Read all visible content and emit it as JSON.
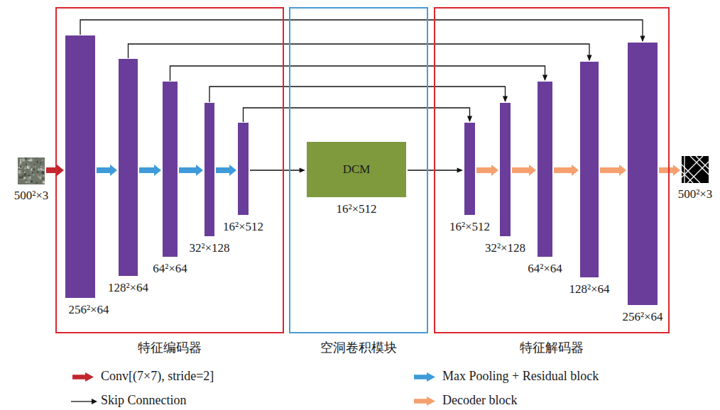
{
  "diagram": {
    "nodes": [
      {
        "text": [
          "500²×3"
        ]
      },
      {
        "text": [
          "特征编码器"
        ]
      },
      {
        "text": [
          "256²×64"
        ],
        "in": 1
      },
      {
        "text": [
          "128²×64"
        ],
        "in": 1
      },
      {
        "text": [
          "64²×64"
        ],
        "in": 1
      },
      {
        "text": [
          "32²×128"
        ],
        "in": 1
      },
      {
        "text": [
          "16²×512"
        ],
        "in": 1
      },
      {
        "text": [
          "空洞卷积模块"
        ]
      },
      {
        "text": [
          "DCM",
          "16²×512"
        ],
        "in": 7
      },
      {
        "text": [
          "特征解码器"
        ]
      },
      {
        "text": [
          "16²×512"
        ],
        "in": 9
      },
      {
        "text": [
          "32²×128"
        ],
        "in": 9
      },
      {
        "text": [
          "64²×64"
        ],
        "in": 9
      },
      {
        "text": [
          "128²×64"
        ],
        "in": 9
      },
      {
        "text": [
          "256²×64"
        ],
        "in": 9
      },
      {
        "text": [
          "500²×3"
        ]
      }
    ],
    "edges": [
      {
        "from": 0,
        "to": 2,
        "arrow": "to"
      },
      {
        "from": 2,
        "to": 3,
        "arrow": "to"
      },
      {
        "from": 3,
        "to": 4,
        "arrow": "to"
      },
      {
        "from": 4,
        "to": 5,
        "arrow": "to"
      },
      {
        "from": 5,
        "to": 6,
        "arrow": "to"
      },
      {
        "from": 6,
        "to": 8,
        "arrow": "to"
      },
      {
        "from": 8,
        "to": 10,
        "arrow": "to"
      },
      {
        "from": 10,
        "to": 11,
        "arrow": "to"
      },
      {
        "from": 11,
        "to": 12,
        "arrow": "to"
      },
      {
        "from": 12,
        "to": 13,
        "arrow": "to"
      },
      {
        "from": 13,
        "to": 14,
        "arrow": "to"
      },
      {
        "from": 14,
        "to": 15,
        "arrow": "to"
      },
      {
        "from": 2,
        "to": 14,
        "arrow": "to"
      },
      {
        "from": 3,
        "to": 13,
        "arrow": "to"
      },
      {
        "from": 4,
        "to": 12,
        "arrow": "to"
      },
      {
        "from": 5,
        "to": 11,
        "arrow": "to"
      },
      {
        "from": 6,
        "to": 10,
        "arrow": "to"
      }
    ],
    "legend": [
      {
        "text": "Conv[(7×7), stride=2]",
        "color": "#c1272d"
      },
      {
        "text": "Skip Connection"
      },
      {
        "text": "Max Pooling + Residual block",
        "color": "#3e9ad8"
      },
      {
        "text": "Decoder block",
        "color": "#f5a06e"
      }
    ]
  }
}
